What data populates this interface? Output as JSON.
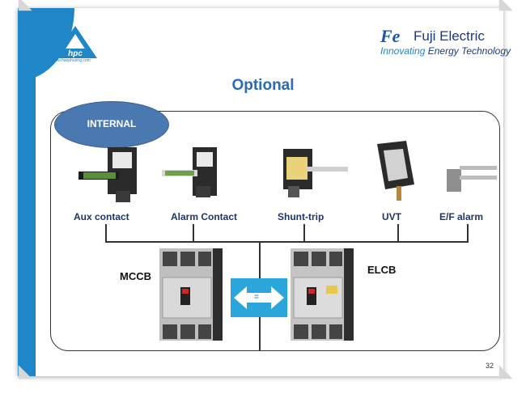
{
  "header": {
    "logo_url": "www.haophuong.com",
    "logo_text": "hpc",
    "brand_mark": "Fe",
    "brand_name": "Fuji Electric",
    "tagline_prefix": "Innovating",
    "tagline_suffix": "Energy Technology"
  },
  "slide": {
    "title": "Optional",
    "group_label": "INTERNAL",
    "accessories": [
      {
        "label": "Aux contact"
      },
      {
        "label": "Alarm Contact"
      },
      {
        "label": "Shunt-trip"
      },
      {
        "label": "UVT"
      },
      {
        "label": "E/F alarm"
      }
    ],
    "breakers": {
      "left": "MCCB",
      "right": "ELCB",
      "equal_sign": "="
    },
    "page_number": "32"
  },
  "colors": {
    "accent_blue": "#1f86c8",
    "title_blue": "#2a6ab8",
    "internal_ellipse": "#4a78b0",
    "arrow_box": "#2aa6dc"
  }
}
